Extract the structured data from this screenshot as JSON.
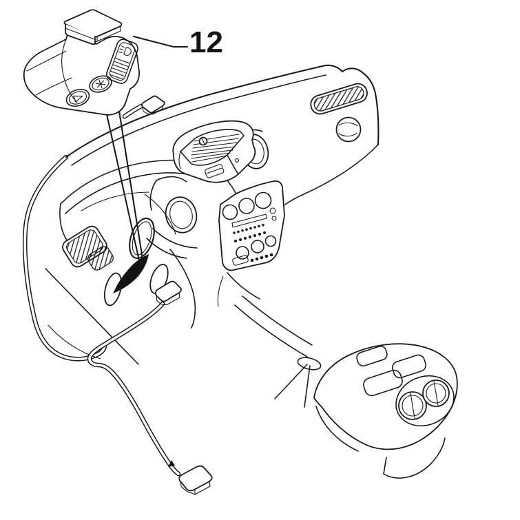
{
  "canvas": {
    "background_color": "#ffffff",
    "line_color": "#1a1a1a",
    "accent_color": "#141414"
  },
  "callout": {
    "label": "12"
  },
  "icons": {
    "thumbwheel_icon": "headlight-beam-icon",
    "button_left_icon": "triangle-outline-icon",
    "button_right_icon": "asterisk-icon",
    "location_marker": "black-arrow-icon"
  },
  "components": {
    "part": "headlight-adjustment-switch",
    "location": "dashboard-left-of-steering-column",
    "harness": "wiring-cable-with-two-connectors"
  }
}
